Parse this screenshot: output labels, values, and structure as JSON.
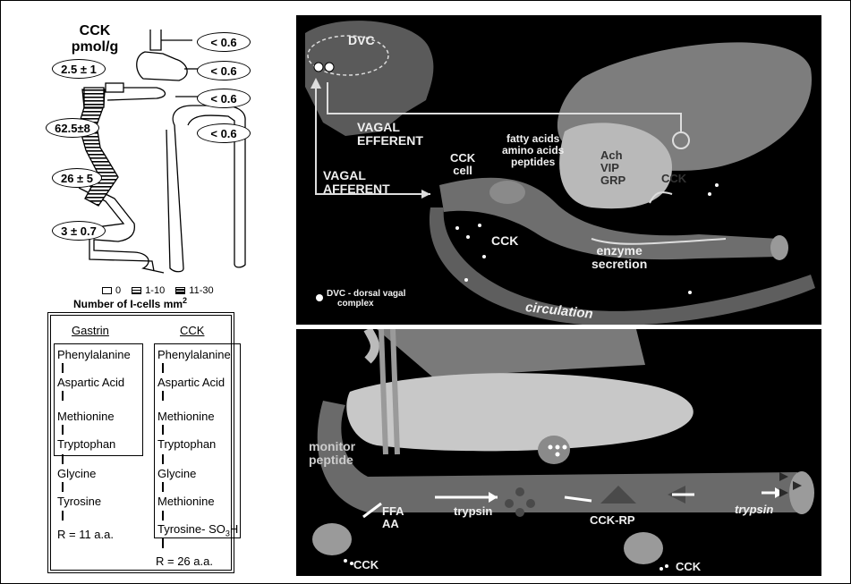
{
  "left_schematic": {
    "title_line1": "CCK",
    "title_line2": "pmol/g",
    "values_right": [
      "< 0.6",
      "< 0.6",
      "< 0.6",
      "< 0.6"
    ],
    "values_left": [
      "2.5 ± 1",
      "62.5±8",
      "26 ± 5",
      "3 ± 0.7"
    ],
    "legend": {
      "items": [
        {
          "label": "0",
          "fill": "empty"
        },
        {
          "label": "1-10",
          "fill": "light"
        },
        {
          "label": "11-30",
          "fill": "dark"
        }
      ],
      "caption_prefix": "Number of I-cells mm",
      "caption_sup": "2"
    }
  },
  "amino_acids": {
    "gastrin": {
      "header": "Gastrin",
      "residues": [
        "Phenylalanine",
        "Aspartic Acid",
        "Methionine",
        "Tryptophan",
        "Glycine",
        "Tyrosine"
      ],
      "footer": "R = 11  a.a."
    },
    "cck": {
      "header": "CCK",
      "residues": [
        "Phenylalanine",
        "Aspartic Acid",
        "Methionine",
        "Tryptophan",
        "Glycine",
        "Methionine",
        "Tyrosine- SO"
      ],
      "sulfate_sub": "3",
      "sulfate_tail": "H",
      "footer": "R = 26  a.a."
    }
  },
  "top_photo": {
    "dvc": "DVC",
    "vagal_efferent": [
      "VAGAL",
      "EFFERENT"
    ],
    "vagal_afferent": [
      "VAGAL",
      "AFFERENT"
    ],
    "nutrients": [
      "fatty acids",
      "amino acids",
      "peptides"
    ],
    "cck_cell": [
      "CCK",
      "cell"
    ],
    "neurotransmitters": [
      "Ach",
      "VIP",
      "GRP"
    ],
    "cck_right": "CCK",
    "cck_bottom": "CCK",
    "enzyme": [
      "enzyme",
      "secretion"
    ],
    "dvc_legend": [
      "DVC - dorsal vagal",
      "complex"
    ],
    "circulation": "circulation"
  },
  "bottom_photo": {
    "monitor": [
      "monitor",
      "peptide"
    ],
    "ffa": [
      "FFA",
      "AA"
    ],
    "trypsin_left": "trypsin",
    "cck_rp": "CCK-RP",
    "trypsin_right": "trypsin",
    "cck_left": "CCK",
    "cck_right": "CCK"
  },
  "colors": {
    "photo_bg": "#000000",
    "organ_gray": "#6e6e6e",
    "pancreas_light": "#b9b9b9",
    "label": "#f0f0f0"
  }
}
